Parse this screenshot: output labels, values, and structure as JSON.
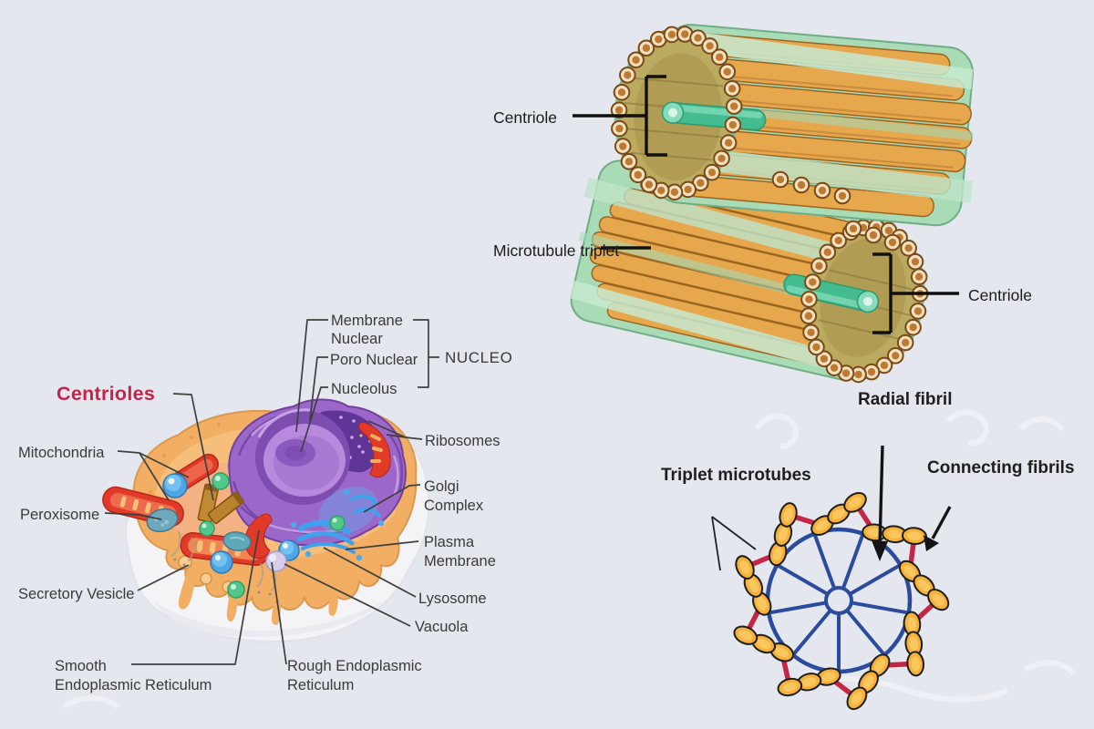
{
  "colors": {
    "background": "#E4E7EE",
    "title_red": "#C9224A",
    "label_dark": "#3A3A3A",
    "leader_line": "#3F3F3F",
    "wheel_blue": "#2B4B9E",
    "fibril_red": "#C52546",
    "microtubule_yellow": "#F7B03A",
    "tube_orange": "#E6A74D",
    "sheath_green": "#A9DBB6",
    "hub_teal": "#45BC90",
    "nucleus_purple": "#9B67C9",
    "cytoplasm_orange": "#F2AE63",
    "mitochondria_red": "#E23A28"
  },
  "centriole_pair": {
    "label_top": "Centriole",
    "label_right": "Centriole",
    "microtubule_label_line1": "Microtubule",
    "microtubule_label_line2": "triplet"
  },
  "cell": {
    "title": "Centrioles",
    "labels": {
      "mitochondria": "Mitochondria",
      "peroxisome": "Peroxisome",
      "secretory_vesicle": "Secretory Vesicle",
      "smooth_er_line1": "Smooth",
      "smooth_er_line2": "Endoplasmic Reticulum",
      "rough_er_line1": "Rough Endoplasmic",
      "rough_er_line2": "Reticulum",
      "membrane_nuclear_line1": "Membrane",
      "membrane_nuclear_line2": "Nuclear",
      "poro_nuclear": "Poro Nuclear",
      "nucleolus": "Nucleolus",
      "nucleo": "NUCLEO",
      "ribosomes": "Ribosomes",
      "golgi_line1": "Golgi",
      "golgi_line2": "Complex",
      "plasma_line1": "Plasma",
      "plasma_line2": "Membrane",
      "lysosome": "Lysosome",
      "vacuola": "Vacuola"
    }
  },
  "cross_section": {
    "radial_line1": "Radial",
    "radial_line2": "fibril",
    "triplet_line1": "Triplet",
    "triplet_line2": "microtubes",
    "connecting_line1": "Connecting",
    "connecting_line2": "fibrils"
  }
}
